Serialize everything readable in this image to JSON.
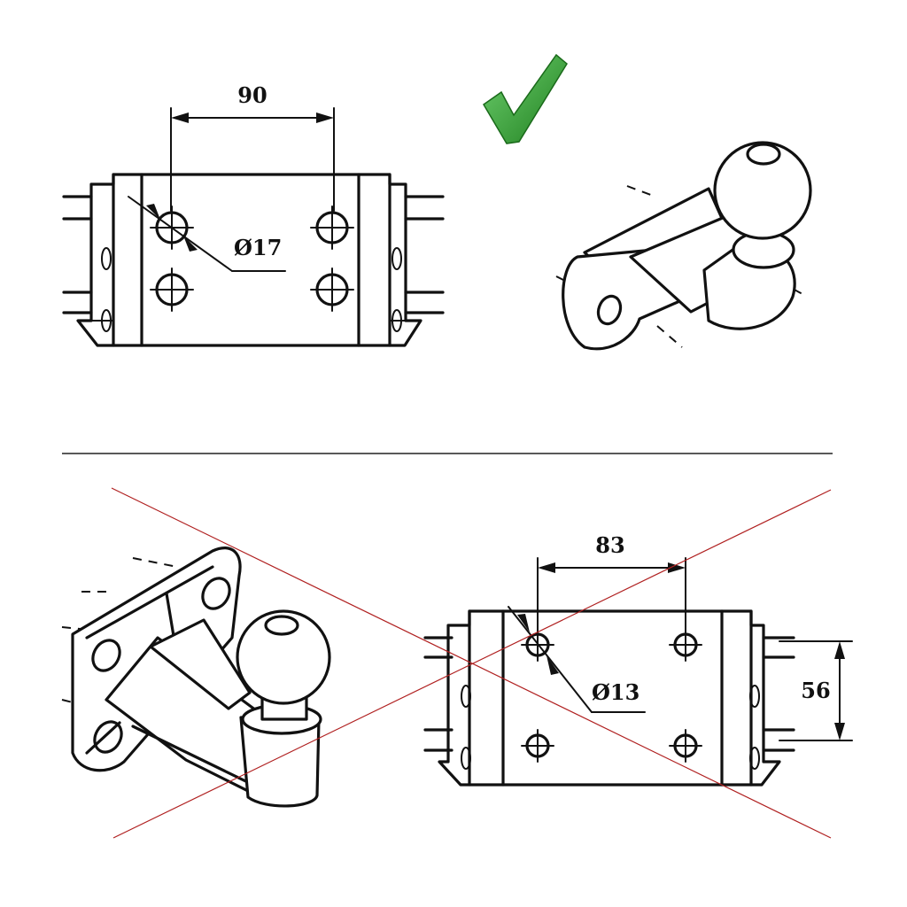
{
  "drawings": {
    "top_left": {
      "hole_spacing": "90",
      "hole_diameter": "Ø17"
    },
    "bottom_right": {
      "hole_spacing": "83",
      "hole_diameter": "Ø13",
      "vertical_spacing": "56"
    }
  },
  "markers": {
    "approved": "check",
    "rejected": "cross"
  },
  "colors": {
    "check_green": "#2e9e2e",
    "cross_red": "#b02020",
    "line": "#111111"
  }
}
